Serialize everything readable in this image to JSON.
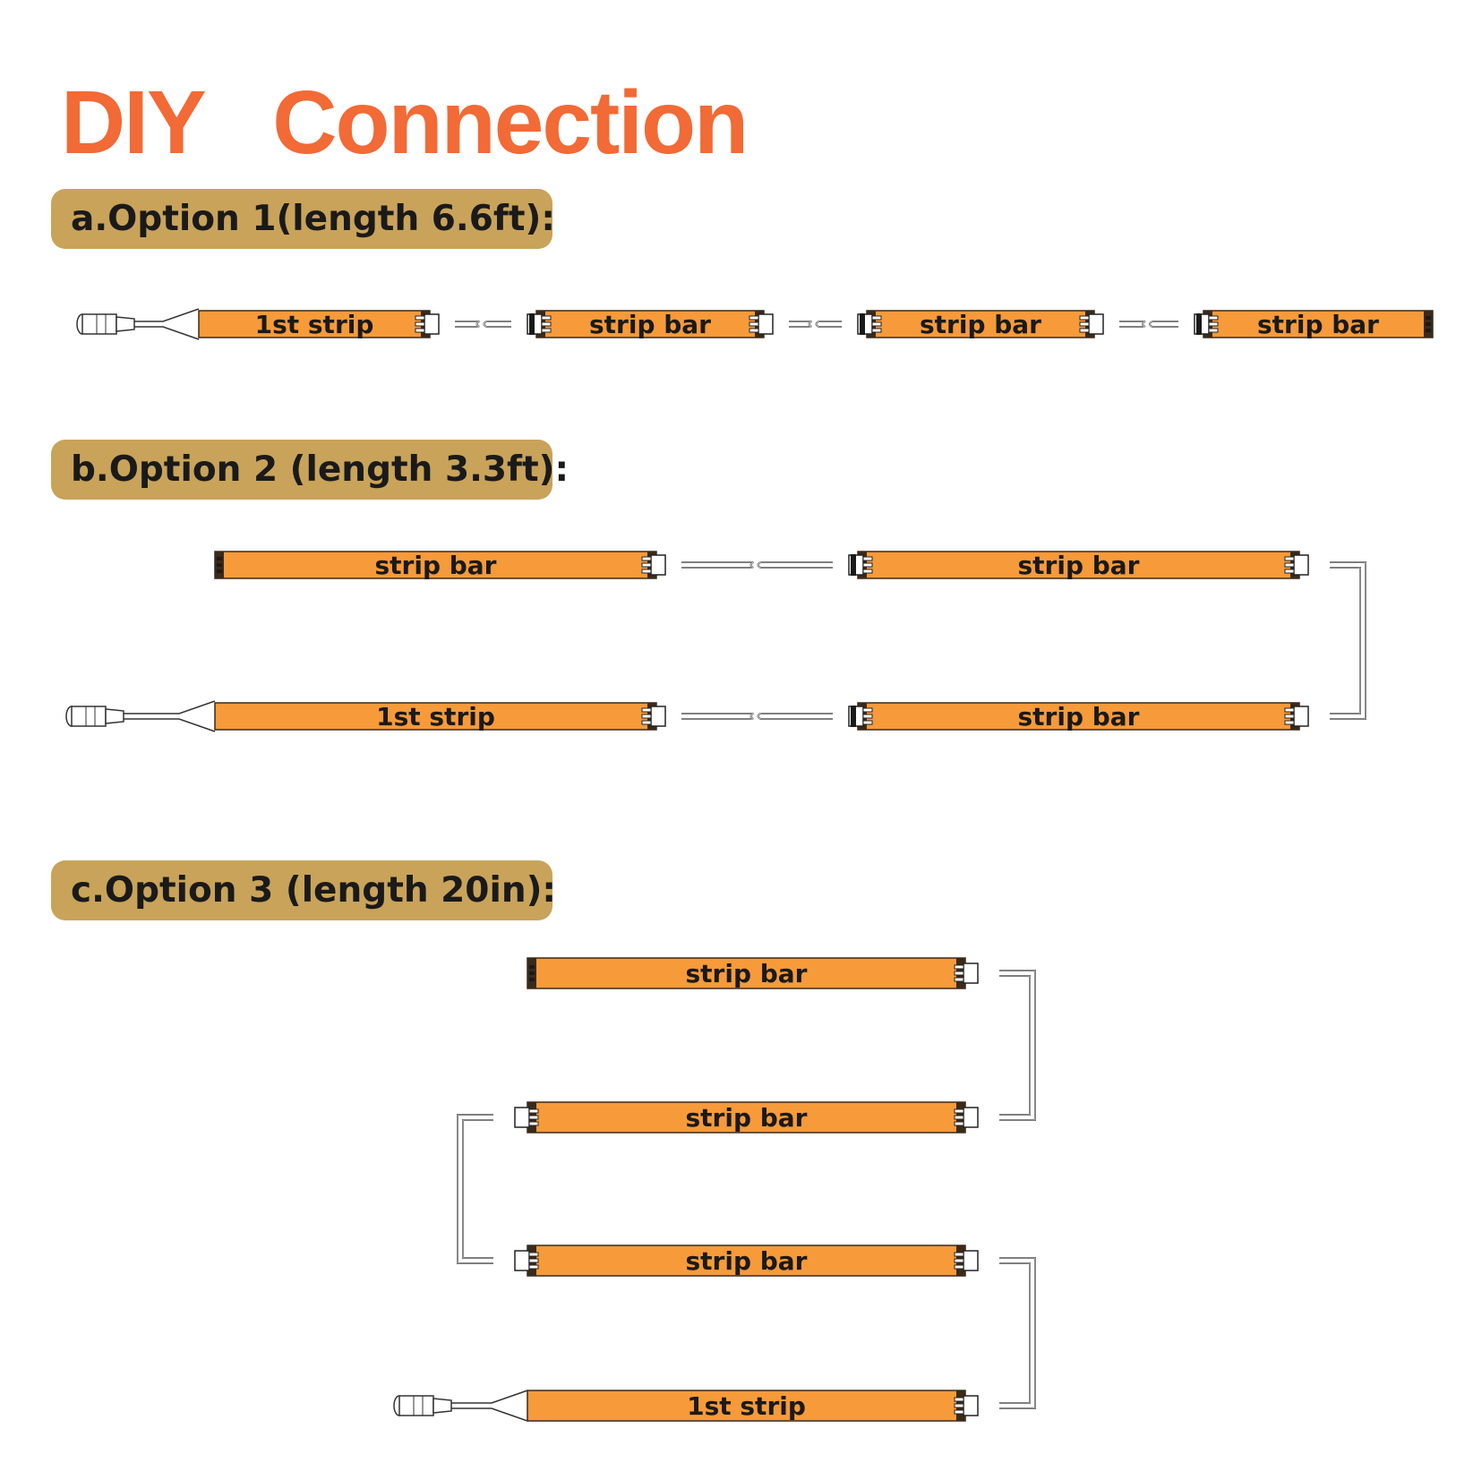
{
  "title": {
    "word1": "DIY",
    "word2": "Connection"
  },
  "options": [
    {
      "label": "a.Option 1(length 6.6ft):"
    },
    {
      "label": "b.Option 2 (length 3.3ft):"
    },
    {
      "label": "c.Option 3 (length 20in):"
    }
  ],
  "strip_labels": {
    "first": "1st strip",
    "bar": "strip bar"
  },
  "colors": {
    "title": "#f26a36",
    "label_bg": "#c9a35a",
    "strip_fill": "#f79a3a",
    "strip_edge": "#3a2a1a",
    "wire": "#555555"
  }
}
